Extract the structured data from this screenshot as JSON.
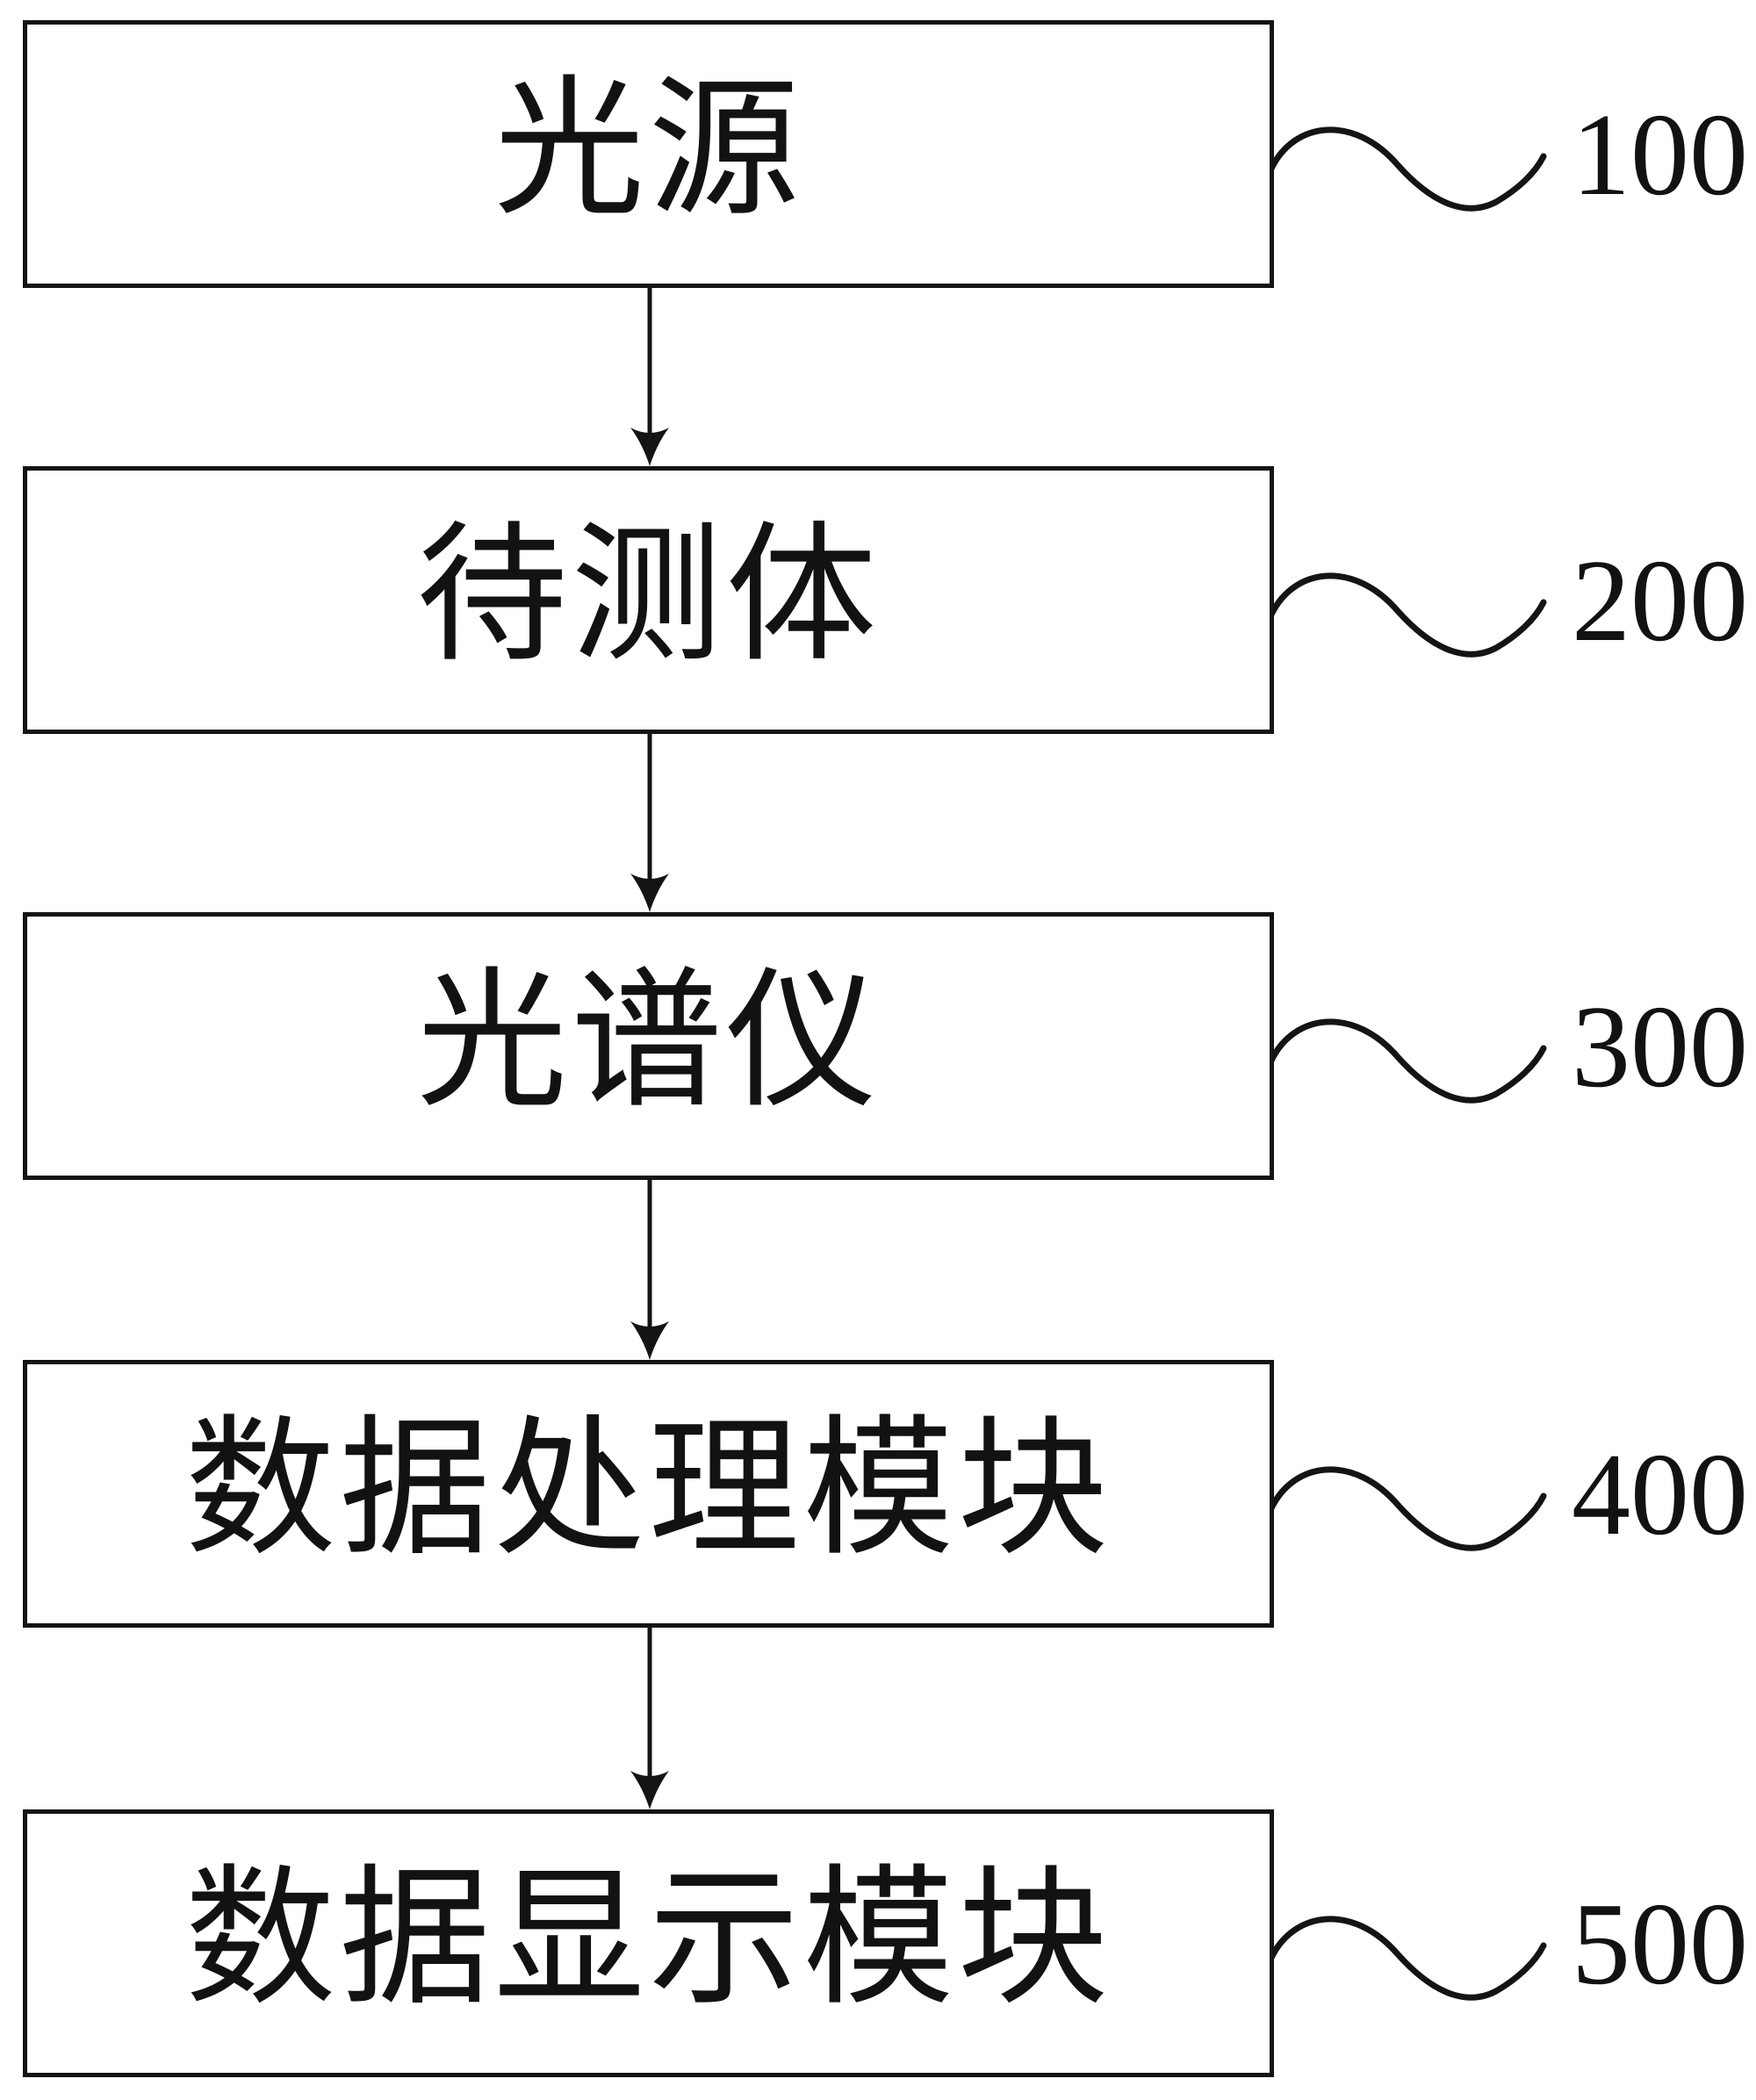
{
  "figure": {
    "background": "#ffffff",
    "line_color": "#141414",
    "flow_direction": "top-down",
    "modules": [
      {
        "label": "光源",
        "ref": "100"
      },
      {
        "label": "待测体",
        "ref": "200"
      },
      {
        "label": "光谱仪",
        "ref": "300"
      },
      {
        "label": "数据处理模块",
        "ref": "400"
      },
      {
        "label": "数据显示模块",
        "ref": "500"
      }
    ],
    "connections": [
      {
        "from": "光源",
        "to": "待测体"
      },
      {
        "from": "待测体",
        "to": "光谱仪"
      },
      {
        "from": "光谱仪",
        "to": "数据处理模块"
      },
      {
        "from": "数据处理模块",
        "to": "数据显示模块"
      }
    ]
  }
}
